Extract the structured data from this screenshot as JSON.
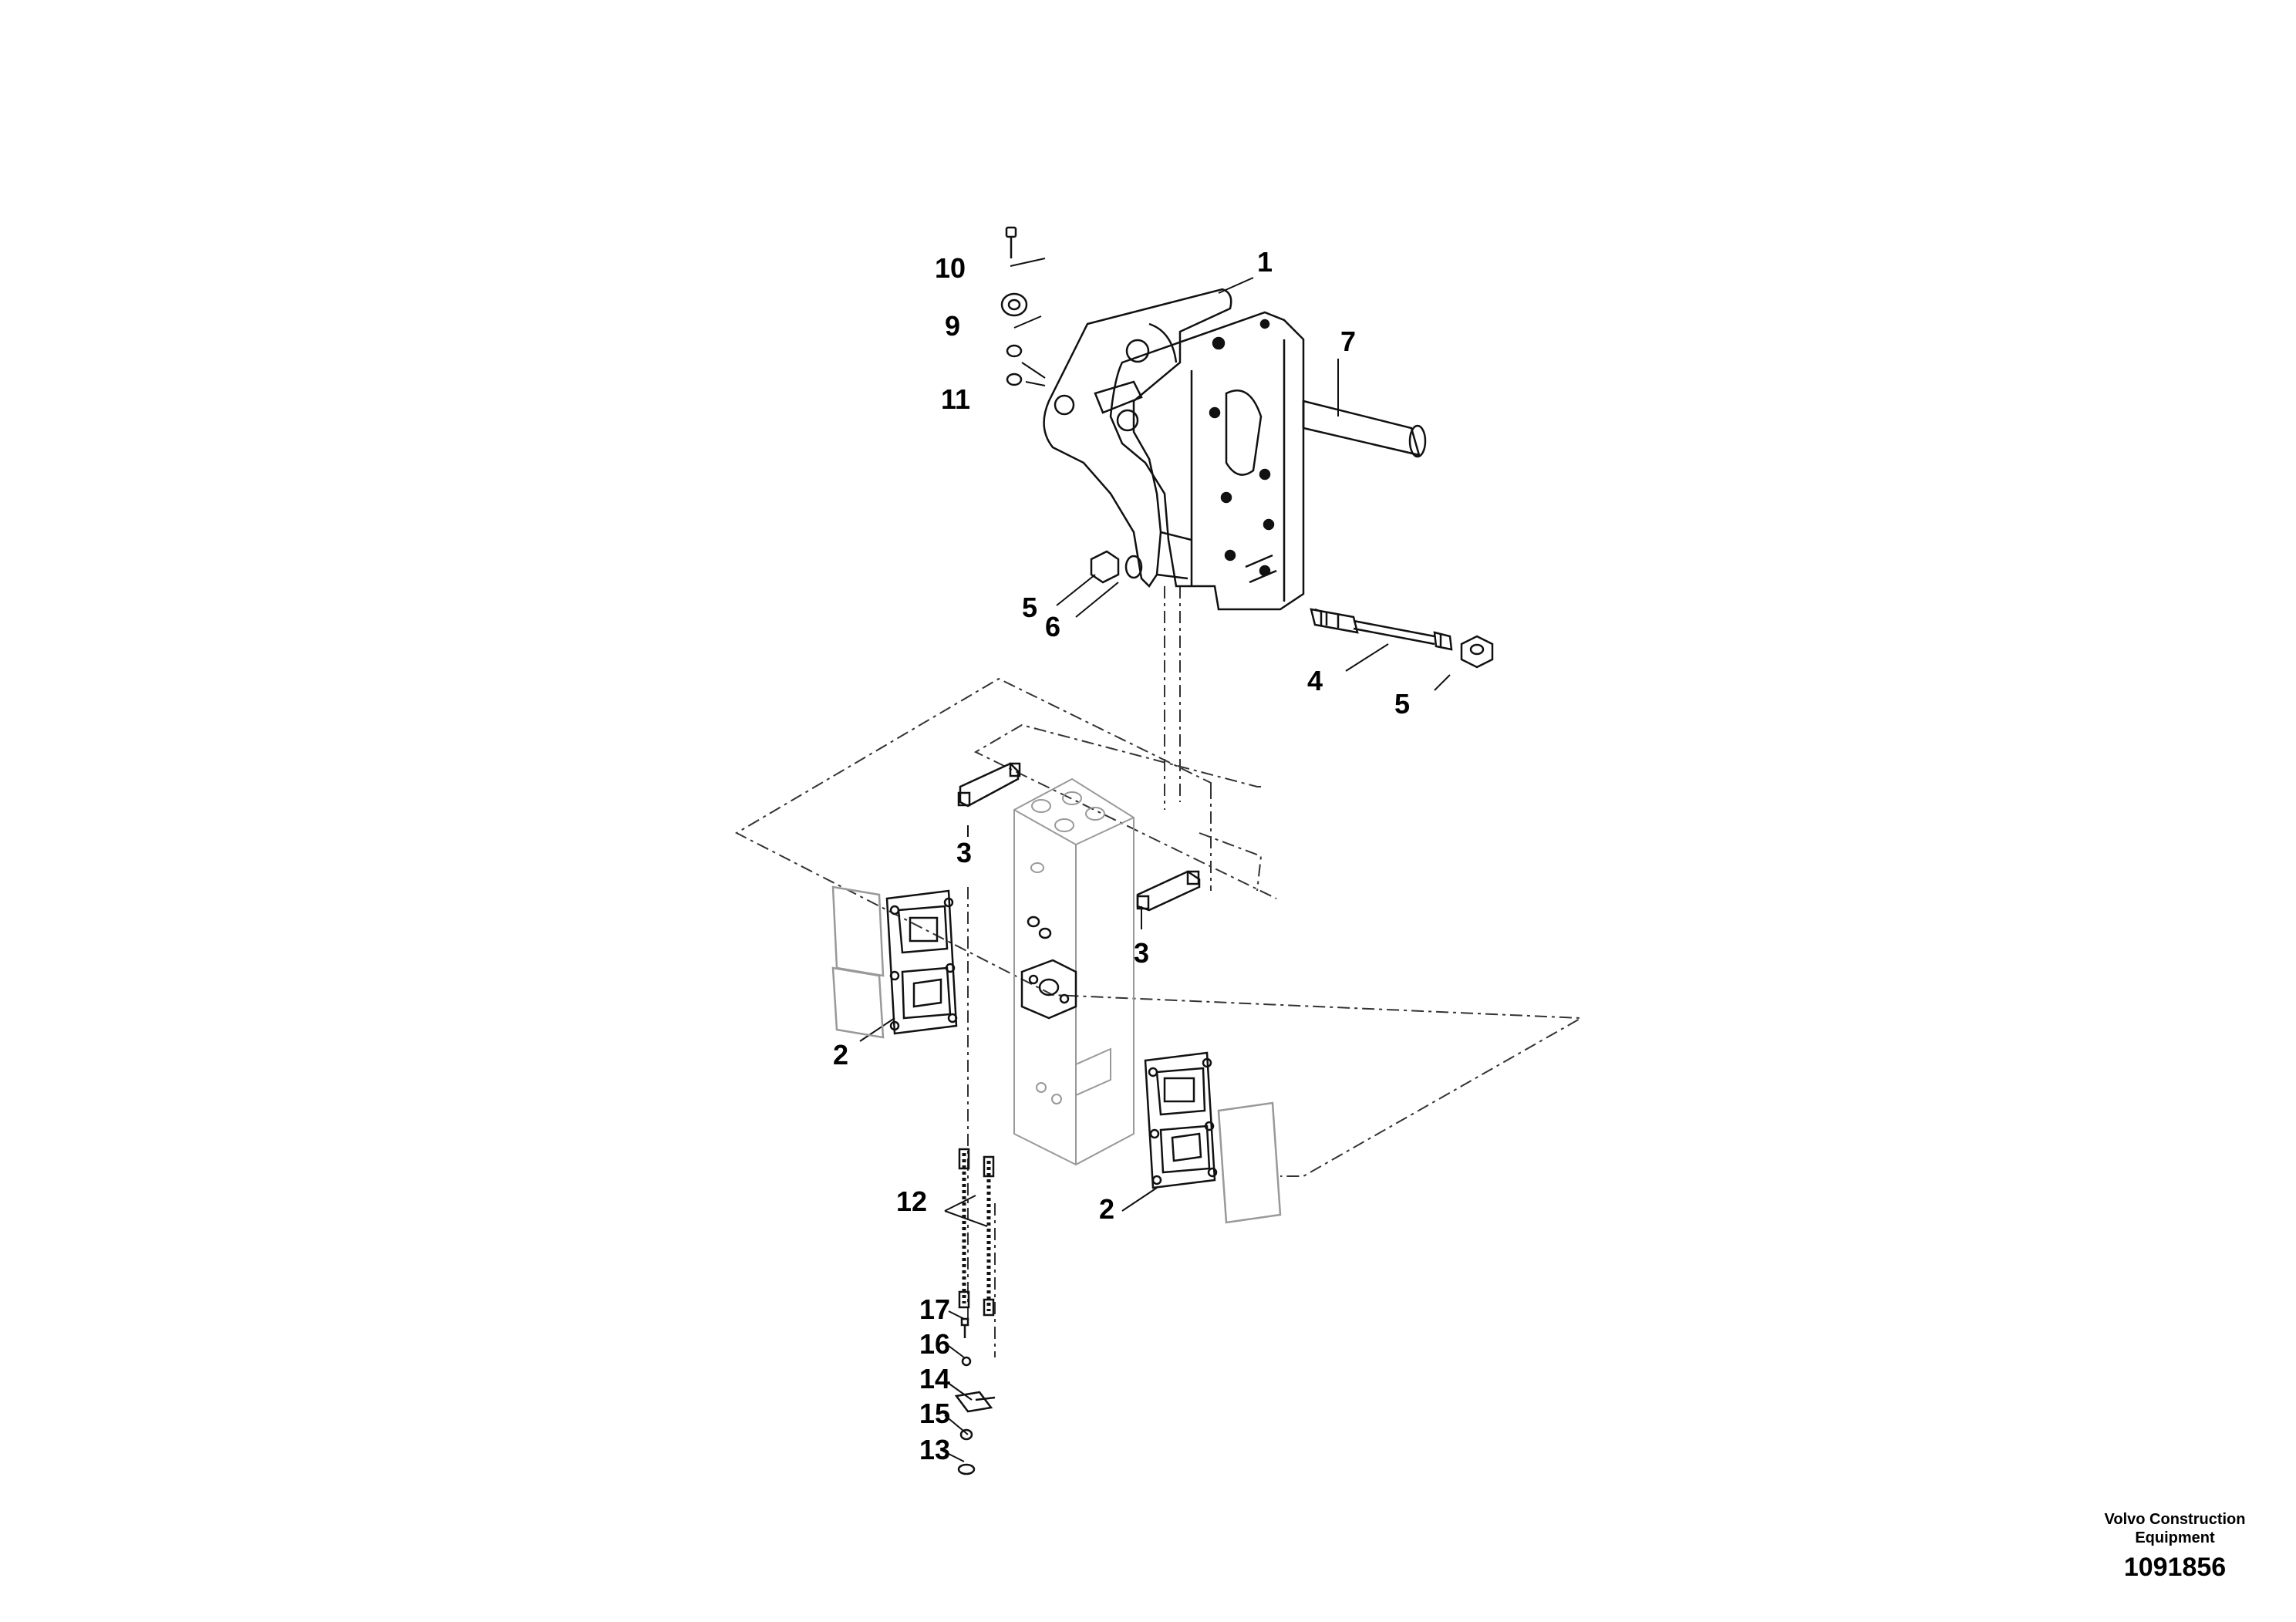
{
  "callouts": {
    "c1": "1",
    "c2a": "2",
    "c2b": "2",
    "c3a": "3",
    "c3b": "3",
    "c4": "4",
    "c5a": "5",
    "c5b": "5",
    "c6": "6",
    "c7": "7",
    "c9": "9",
    "c10": "10",
    "c11": "11",
    "c12": "12",
    "c13": "13",
    "c14": "14",
    "c15": "15",
    "c16": "16",
    "c17": "17"
  },
  "footer": {
    "line1": "Volvo Construction",
    "line2": "Equipment",
    "drawing_number": "1091856"
  }
}
